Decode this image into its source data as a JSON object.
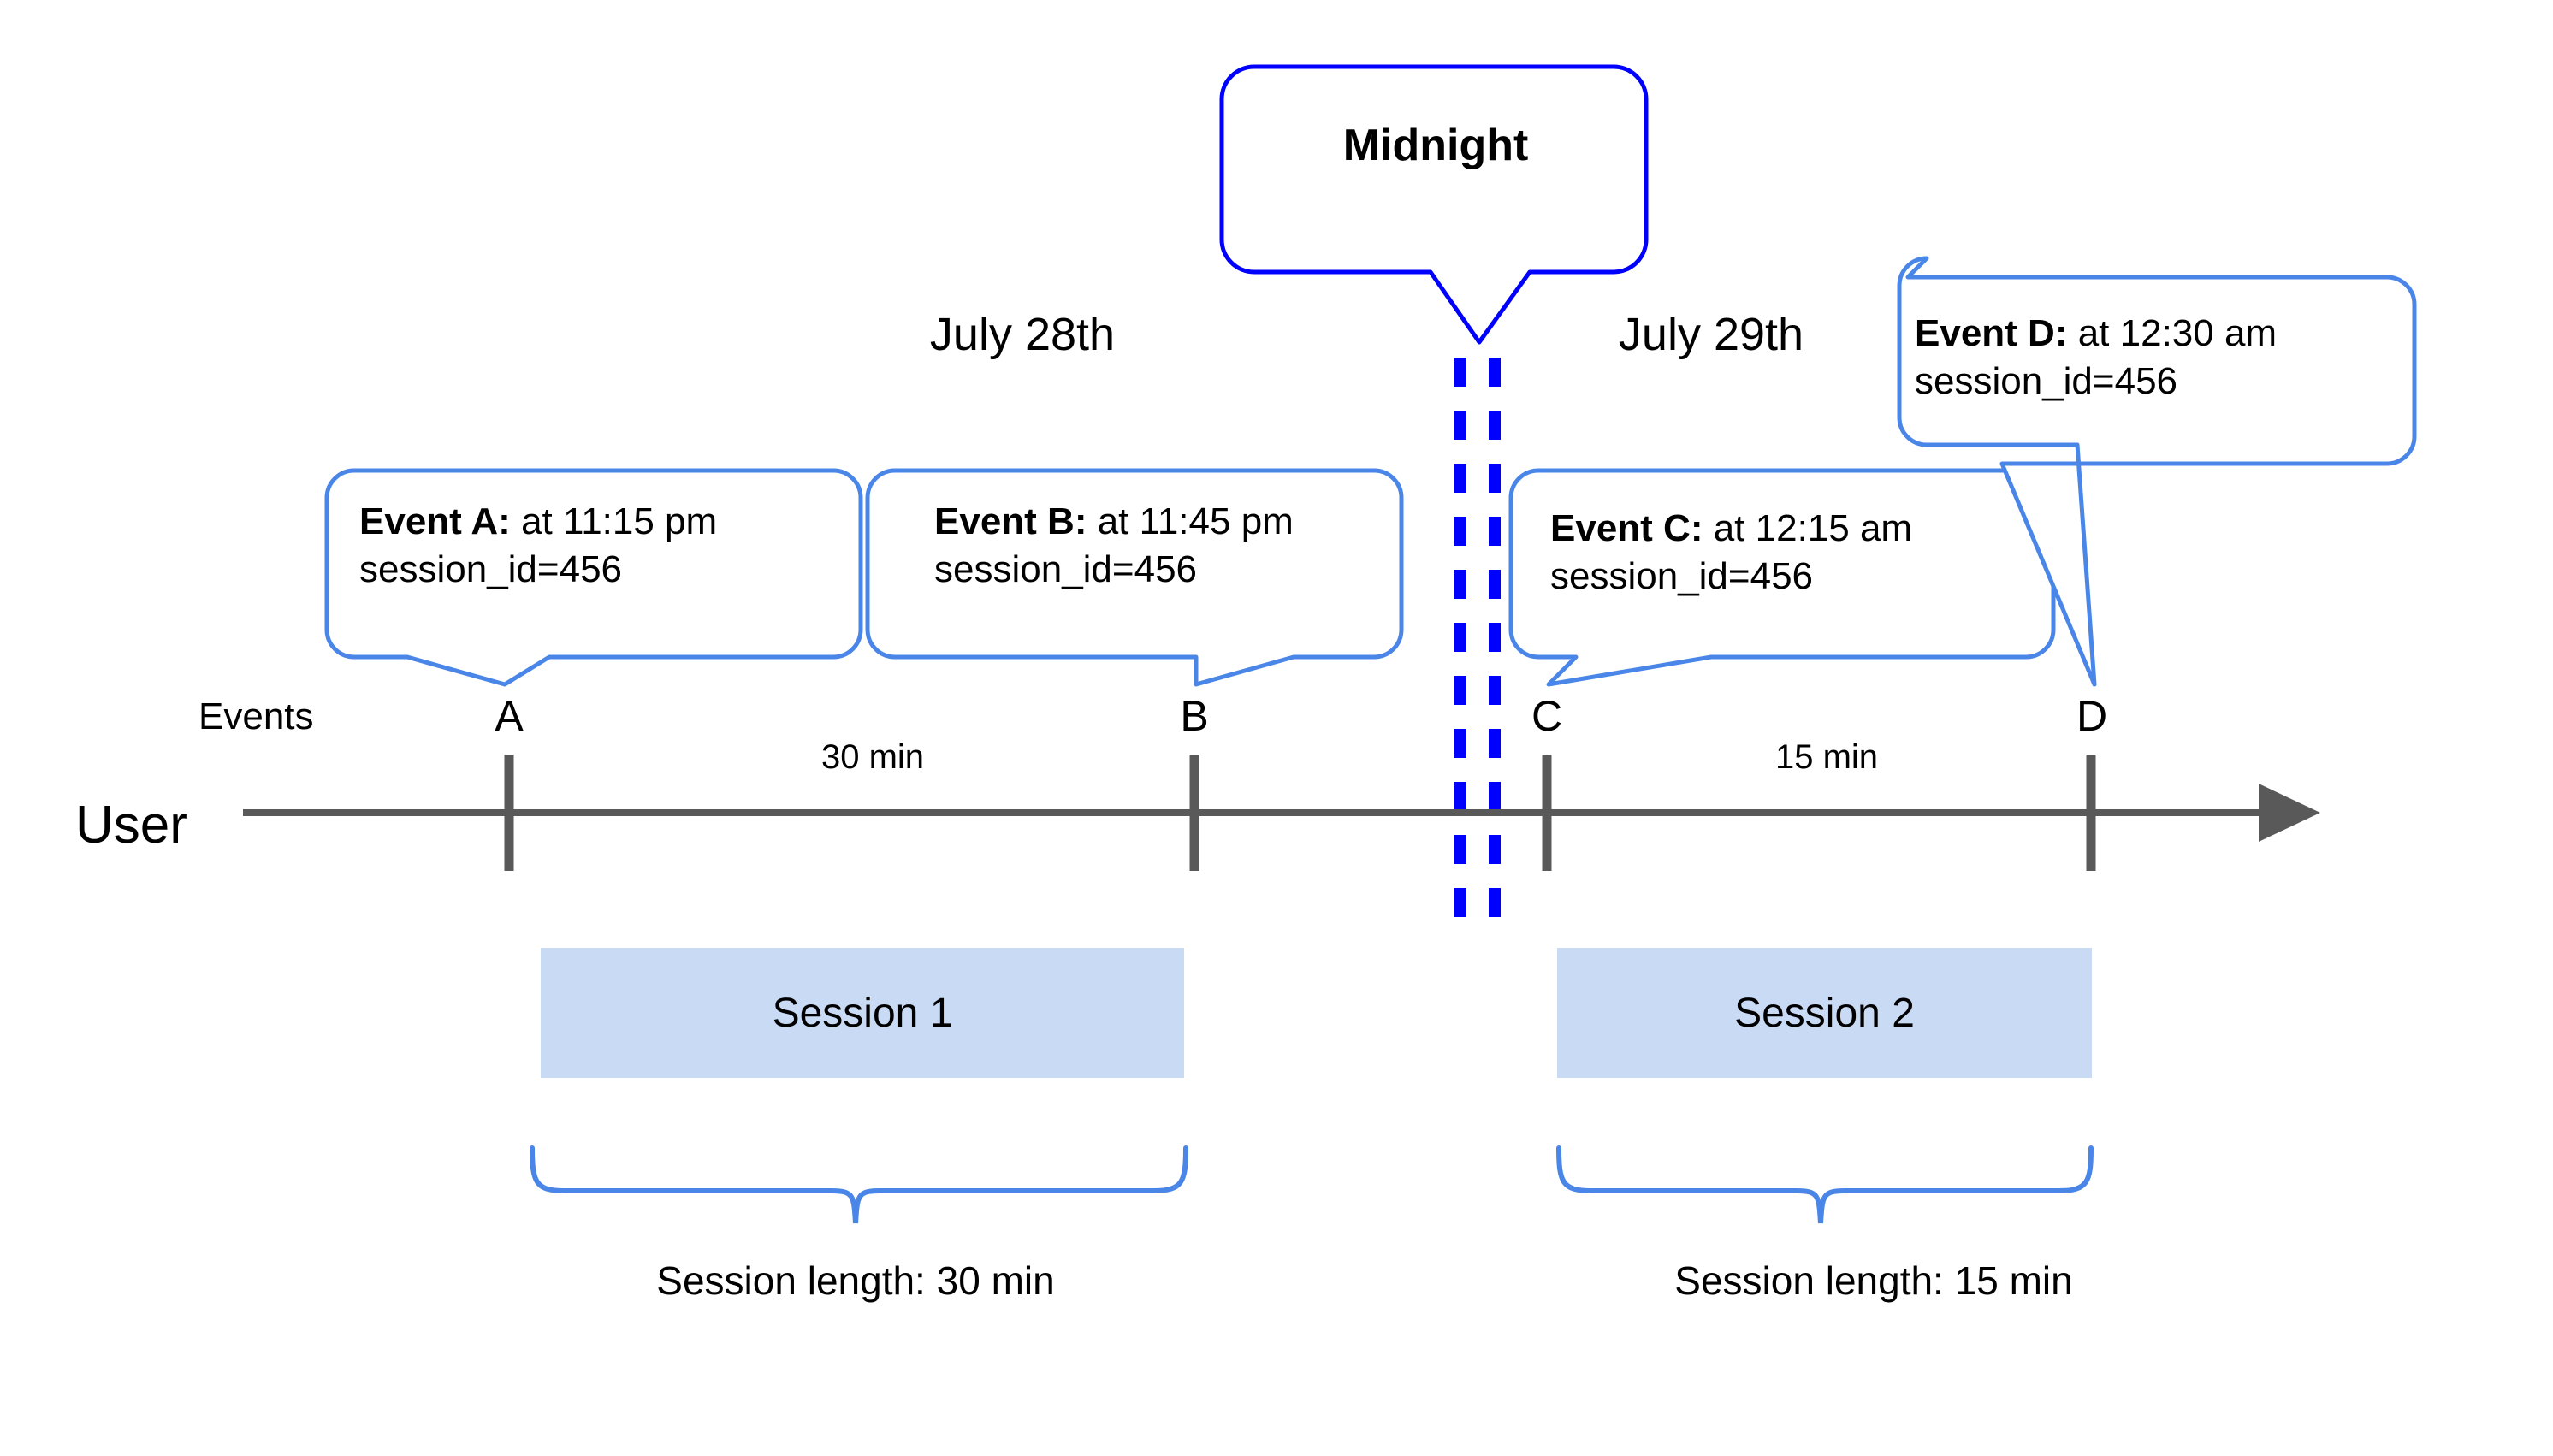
{
  "diagram": {
    "title_callout": {
      "label": "Midnight",
      "border_color": "#0000FF"
    },
    "dates": [
      {
        "label": "July 28th"
      },
      {
        "label": "July 29th"
      }
    ],
    "axis": {
      "events_row_label": "Events",
      "user_row_label": "User",
      "line_color": "#595959"
    },
    "events": [
      {
        "letter": "A",
        "bold_prefix": "Event A:",
        "detail": " at 11:15 pm",
        "second_line": "session_id=456"
      },
      {
        "letter": "B",
        "bold_prefix": "Event B:",
        "detail": " at 11:45 pm",
        "second_line": "session_id=456"
      },
      {
        "letter": "C",
        "bold_prefix": "Event C:",
        "detail": " at 12:15 am",
        "second_line": "session_id=456"
      },
      {
        "letter": "D",
        "bold_prefix": "Event D:",
        "detail": " at 12:30 am",
        "second_line": "session_id=456"
      }
    ],
    "gaps": [
      {
        "label": "30 min"
      },
      {
        "label": "15 min"
      }
    ],
    "sessions": [
      {
        "label": "Session 1",
        "length_caption": "Session length: 30 min",
        "fill": "#C9DAF4"
      },
      {
        "label": "Session 2",
        "length_caption": "Session length: 15 min",
        "fill": "#C9DAF4"
      }
    ],
    "colors": {
      "callout_border": "#4a86e8",
      "midnight_border": "#0000FF",
      "midnight_dash": "#0000FF",
      "axis": "#595959",
      "session_fill": "#C9DAF4"
    }
  }
}
